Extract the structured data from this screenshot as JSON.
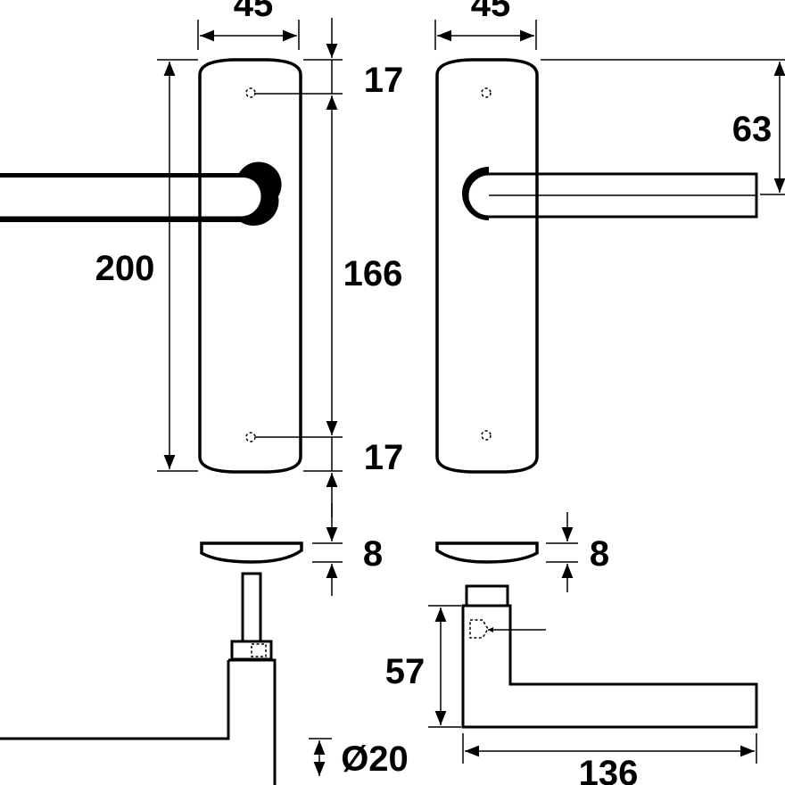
{
  "dimensions": {
    "front_width": "45",
    "back_width": "45",
    "top_hole_offset": "17",
    "bottom_hole_offset": "17",
    "hole_spacing": "166",
    "plate_height": "200",
    "lever_height": "63",
    "front_rose_thickness": "8",
    "back_rose_thickness": "8",
    "lever_drop": "57",
    "lever_length": "136",
    "lever_diameter": "Ø20"
  }
}
